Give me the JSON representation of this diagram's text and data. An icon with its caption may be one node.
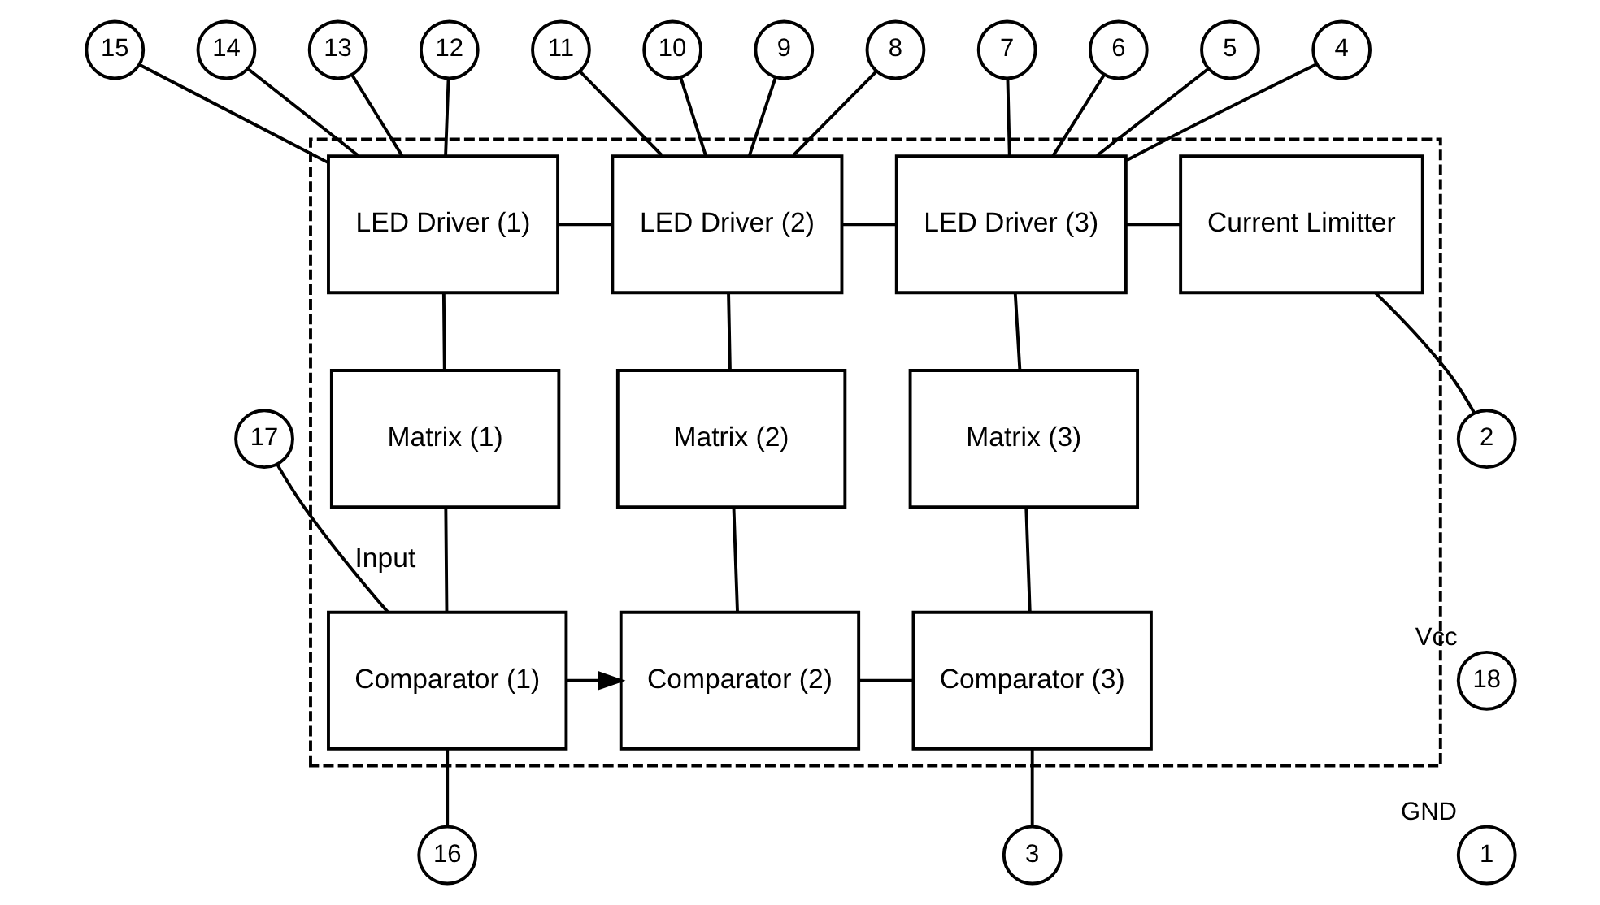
{
  "diagram": {
    "nodes": [
      {
        "text": [],
        "shape": "box"
      },
      {
        "text": [
          "15"
        ]
      },
      {
        "text": [
          "14"
        ]
      },
      {
        "text": [
          "13"
        ]
      },
      {
        "text": [
          "12"
        ]
      },
      {
        "text": [
          "11"
        ]
      },
      {
        "text": [
          "10"
        ]
      },
      {
        "text": [
          "9"
        ]
      },
      {
        "text": [
          "8"
        ]
      },
      {
        "text": [
          "7"
        ]
      },
      {
        "text": [
          "6"
        ]
      },
      {
        "text": [
          "5"
        ]
      },
      {
        "text": [
          "4"
        ]
      },
      {
        "text": [
          "LED Driver (1)"
        ],
        "in": 0
      },
      {
        "text": [
          "LED Driver (2)"
        ],
        "in": 0
      },
      {
        "text": [
          "LED Driver (3)"
        ],
        "in": 0
      },
      {
        "text": [
          "Current Limitter"
        ],
        "in": 0
      },
      {
        "text": [
          "2"
        ]
      },
      {
        "text": [
          "Matrix (1)"
        ],
        "in": 0
      },
      {
        "text": [
          "Matrix (2)"
        ],
        "in": 0
      },
      {
        "text": [
          "Matrix (3)"
        ],
        "in": 0
      },
      {
        "text": [
          "18"
        ],
        "beside": [
          "Vcc"
        ]
      },
      {
        "text": [
          "1"
        ],
        "beside": [
          "GND"
        ]
      },
      {
        "text": [
          "17"
        ]
      },
      {
        "text": [
          "Comparator (1)"
        ],
        "in": 0
      },
      {
        "text": [
          "Comparator (2)"
        ],
        "in": 0
      },
      {
        "text": [
          "Comparator (3)"
        ],
        "in": 0
      },
      {
        "text": [
          "16"
        ]
      },
      {
        "text": [
          "3"
        ]
      }
    ],
    "edges": [
      {
        "from": 1,
        "to": 13,
        "arrow": "none"
      },
      {
        "from": 2,
        "to": 13,
        "arrow": "none"
      },
      {
        "from": 3,
        "to": 13,
        "arrow": "none"
      },
      {
        "from": 4,
        "to": 13,
        "arrow": "none"
      },
      {
        "from": 5,
        "to": 14,
        "arrow": "none"
      },
      {
        "from": 6,
        "to": 14,
        "arrow": "none"
      },
      {
        "from": 7,
        "to": 14,
        "arrow": "none"
      },
      {
        "from": 8,
        "to": 14,
        "arrow": "none"
      },
      {
        "from": 9,
        "to": 15,
        "arrow": "none"
      },
      {
        "from": 10,
        "to": 15,
        "arrow": "none"
      },
      {
        "from": 11,
        "to": 15,
        "arrow": "none"
      },
      {
        "from": 12,
        "to": 15,
        "arrow": "none"
      },
      {
        "from": 13,
        "to": 14,
        "arrow": "none"
      },
      {
        "from": 14,
        "to": 15,
        "arrow": "none"
      },
      {
        "from": 15,
        "to": 16,
        "arrow": "none"
      },
      {
        "from": 16,
        "to": 17,
        "arrow": "none"
      },
      {
        "from": 13,
        "to": 18,
        "arrow": "none"
      },
      {
        "from": 14,
        "to": 19,
        "arrow": "none"
      },
      {
        "from": 15,
        "to": 20,
        "arrow": "none"
      },
      {
        "from": 18,
        "to": 24,
        "arrow": "none"
      },
      {
        "from": 19,
        "to": 25,
        "arrow": "none"
      },
      {
        "from": 20,
        "to": 26,
        "arrow": "none"
      },
      {
        "from": 23,
        "to": 24,
        "arrow": "none",
        "label": "Input"
      },
      {
        "from": 24,
        "to": 25,
        "arrow": "to"
      },
      {
        "from": 25,
        "to": 26,
        "arrow": "none"
      },
      {
        "from": 24,
        "to": 27,
        "arrow": "none"
      },
      {
        "from": 26,
        "to": 28,
        "arrow": "none"
      }
    ]
  }
}
